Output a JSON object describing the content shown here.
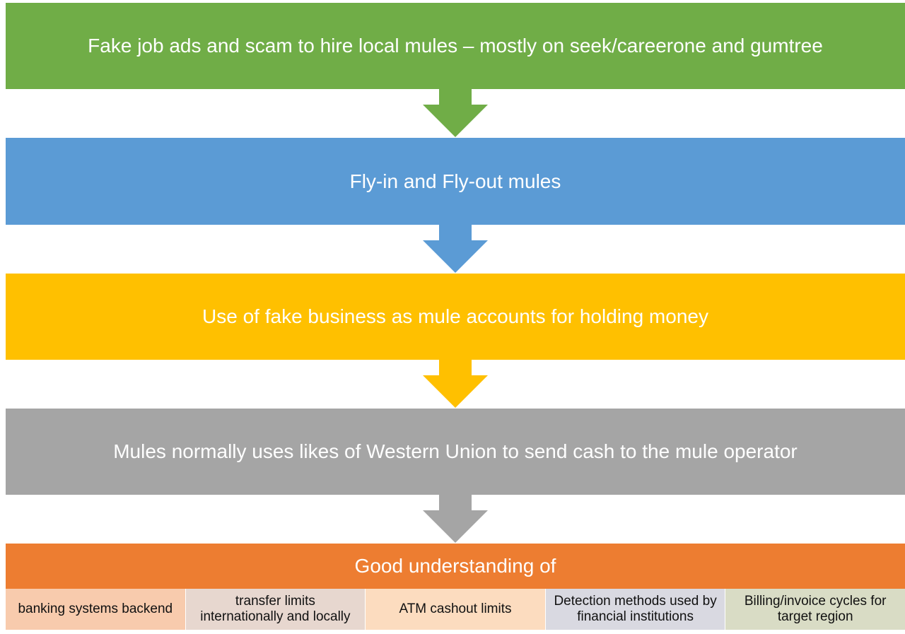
{
  "stages": [
    {
      "label": "Fake job ads and scam to hire local mules – mostly on seek/careerone and gumtree",
      "color": "#70ad47"
    },
    {
      "label": "Fly-in and Fly-out mules",
      "color": "#5b9bd5"
    },
    {
      "label": "Use of fake business as mule accounts for holding money",
      "color": "#ffc000"
    },
    {
      "label": "Mules normally uses likes of Western Union to send cash to the mule operator",
      "color": "#a5a5a5"
    }
  ],
  "final": {
    "title": "Good understanding of",
    "color": "#ed7d31",
    "items": [
      {
        "label": "banking systems backend",
        "color": "#f8cbad"
      },
      {
        "label": "transfer limits internationally and locally",
        "color": "#e7d7cf"
      },
      {
        "label": "ATM cashout limits",
        "color": "#fcdcbf"
      },
      {
        "label": "Detection methods used by financial institutions",
        "color": "#d9d9e1"
      },
      {
        "label": "Billing/invoice cycles for target region",
        "color": "#d9dcc5"
      }
    ]
  }
}
